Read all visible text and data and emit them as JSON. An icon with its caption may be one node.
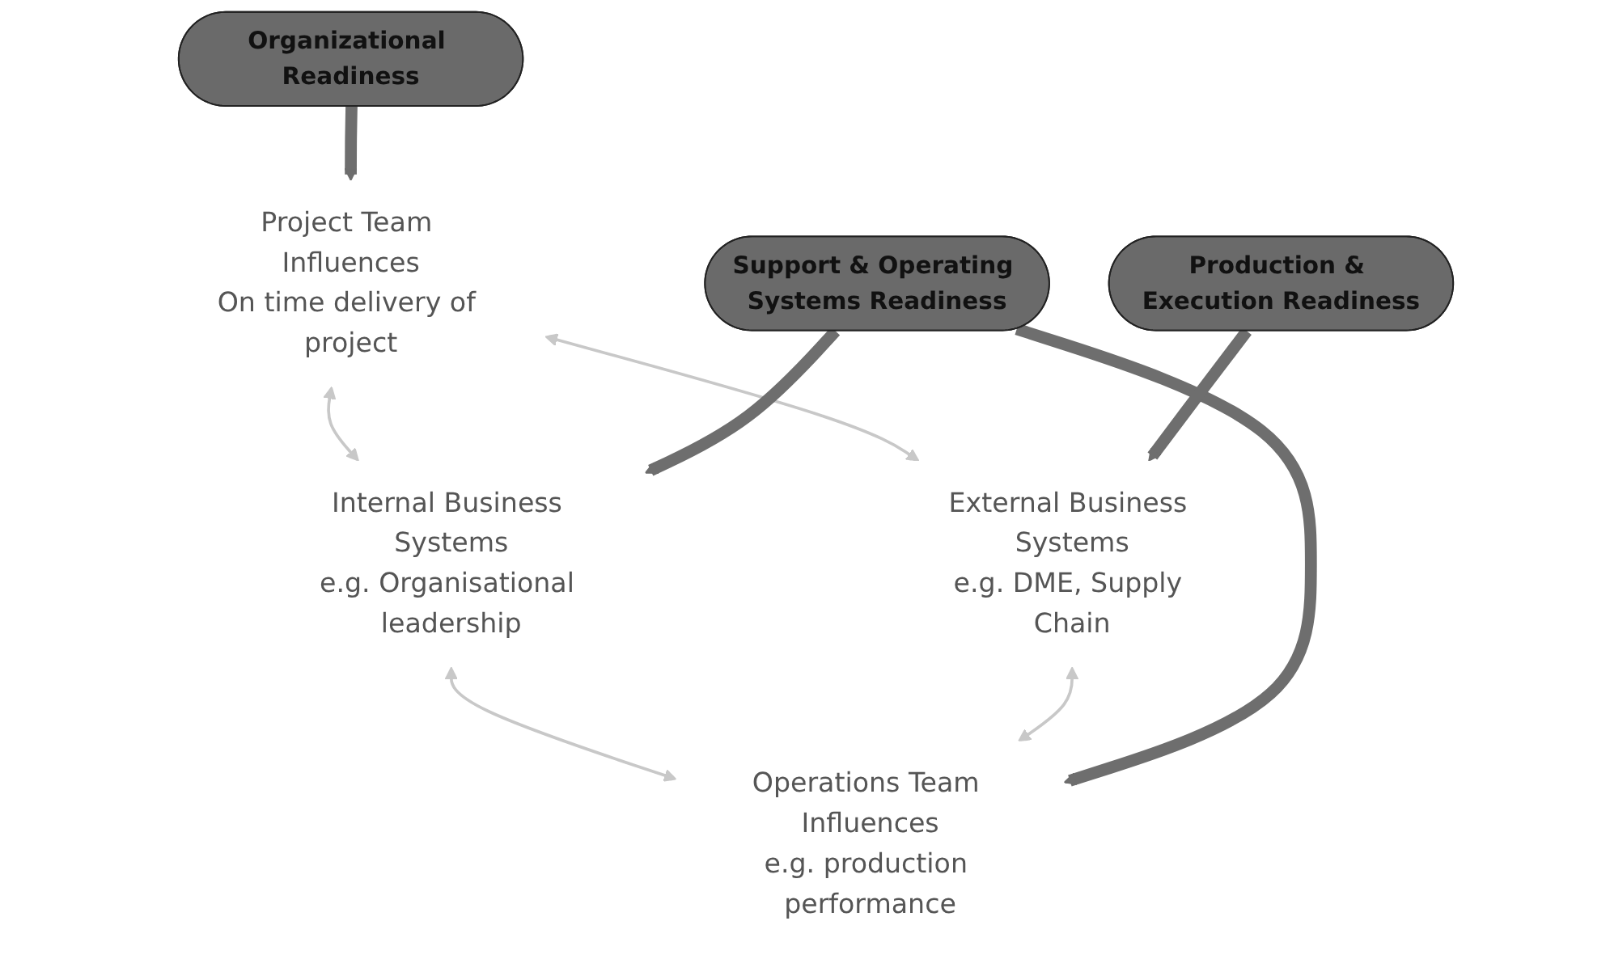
{
  "diagram": {
    "nodes": [
      {
        "text": [
          "Internal Business Systems",
          "e.g. Organisational leadership"
        ]
      },
      {
        "text": [
          "Project Team Influences",
          "On time delivery of project"
        ]
      },
      {
        "text": [
          "Operations Team Influences",
          "e.g. production performance"
        ]
      },
      {
        "text": [
          "External Business Systems",
          "e.g. DME, Supply Chain"
        ]
      },
      {
        "text": [
          "Organizational Readiness"
        ]
      },
      {
        "text": [
          "Support & Operating Systems Readiness"
        ]
      },
      {
        "text": [
          "Production & Execution Readiness"
        ]
      }
    ],
    "edges": [
      {
        "from": 1,
        "to": 0,
        "arrow": "both",
        "color": "#c8c8c8"
      },
      {
        "from": 0,
        "to": 2,
        "arrow": "both",
        "color": "#c8c8c8"
      },
      {
        "from": 1,
        "to": 3,
        "arrow": "both",
        "color": "#c8c8c8"
      },
      {
        "from": 3,
        "to": 2,
        "arrow": "both",
        "color": "#c8c8c8"
      },
      {
        "from": 5,
        "to": 0,
        "arrow": "to",
        "style": "thick",
        "color": "#6e6e6e"
      },
      {
        "from": 4,
        "to": 1,
        "arrow": "to",
        "style": "thick",
        "color": "#6e6e6e"
      },
      {
        "from": 5,
        "to": 2,
        "arrow": "to",
        "style": "thick",
        "color": "#6e6e6e"
      },
      {
        "from": 6,
        "to": 3,
        "arrow": "to",
        "style": "thick",
        "color": "#6e6e6e"
      }
    ]
  }
}
